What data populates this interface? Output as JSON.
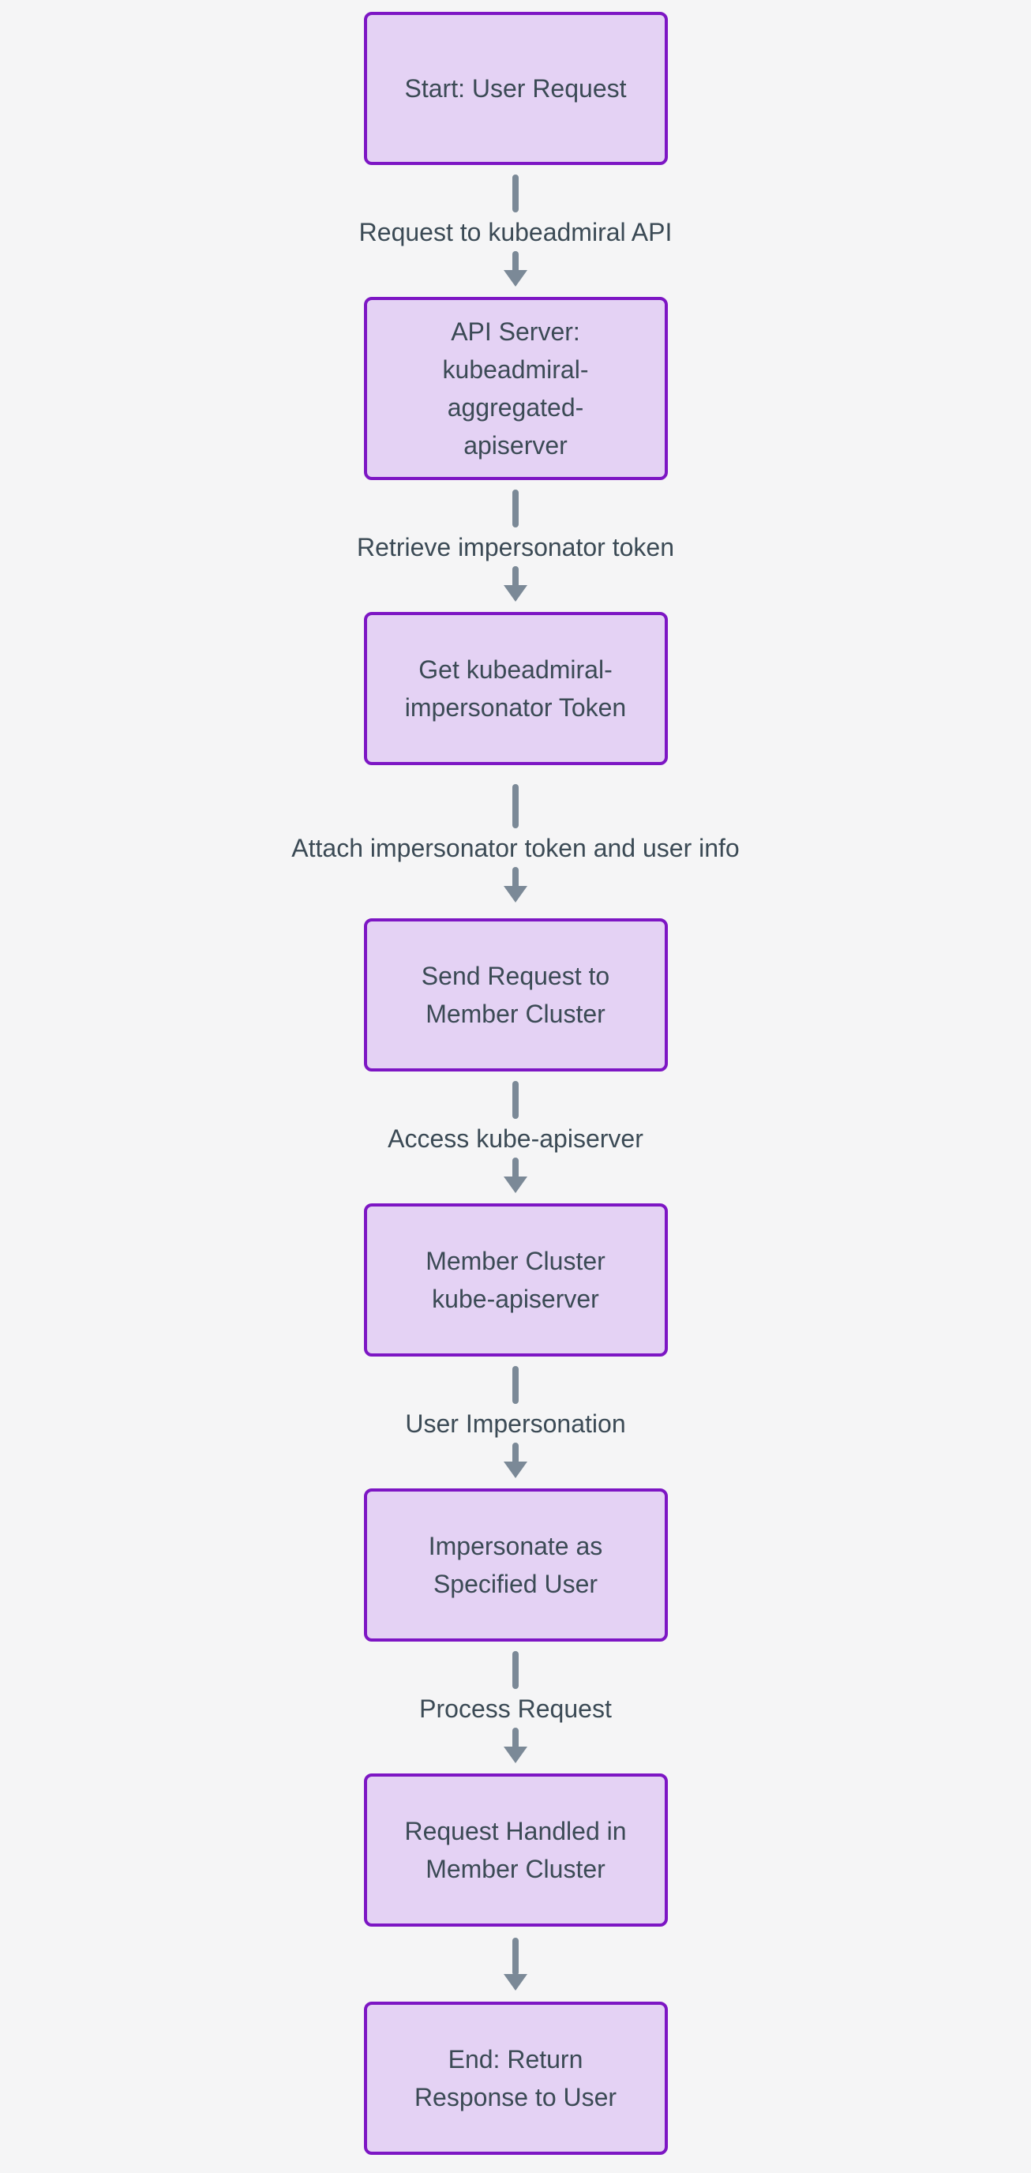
{
  "diagram": {
    "type": "flowchart-vertical",
    "colors": {
      "background": "#f5f5f6",
      "node_fill": "#e4d2f4",
      "node_border": "#7d16c4",
      "text": "#3b4a55",
      "arrow": "#7b8997"
    },
    "nodes": [
      {
        "id": "start",
        "lines": [
          "Start: User Request"
        ]
      },
      {
        "id": "api-server",
        "lines": [
          "API Server:",
          "kubeadmiral-",
          "aggregated-",
          "apiserver"
        ]
      },
      {
        "id": "get-impersonator-token",
        "lines": [
          "Get kubeadmiral-",
          "impersonator Token"
        ]
      },
      {
        "id": "send-request",
        "lines": [
          "Send Request to",
          "Member Cluster"
        ]
      },
      {
        "id": "member-cluster-kube-apiserver",
        "lines": [
          "Member Cluster",
          "kube-apiserver"
        ]
      },
      {
        "id": "impersonate-user",
        "lines": [
          "Impersonate as",
          "Specified User"
        ]
      },
      {
        "id": "request-handled",
        "lines": [
          "Request Handled in",
          "Member Cluster"
        ]
      },
      {
        "id": "end",
        "lines": [
          "End: Return",
          "Response to User"
        ]
      }
    ],
    "edges": [
      {
        "label": "Request to kubeadmiral API"
      },
      {
        "label": "Retrieve impersonator token"
      },
      {
        "label": "Attach impersonator token and user info"
      },
      {
        "label": "Access kube-apiserver"
      },
      {
        "label": "User Impersonation"
      },
      {
        "label": "Process Request"
      },
      {
        "label": ""
      }
    ]
  }
}
